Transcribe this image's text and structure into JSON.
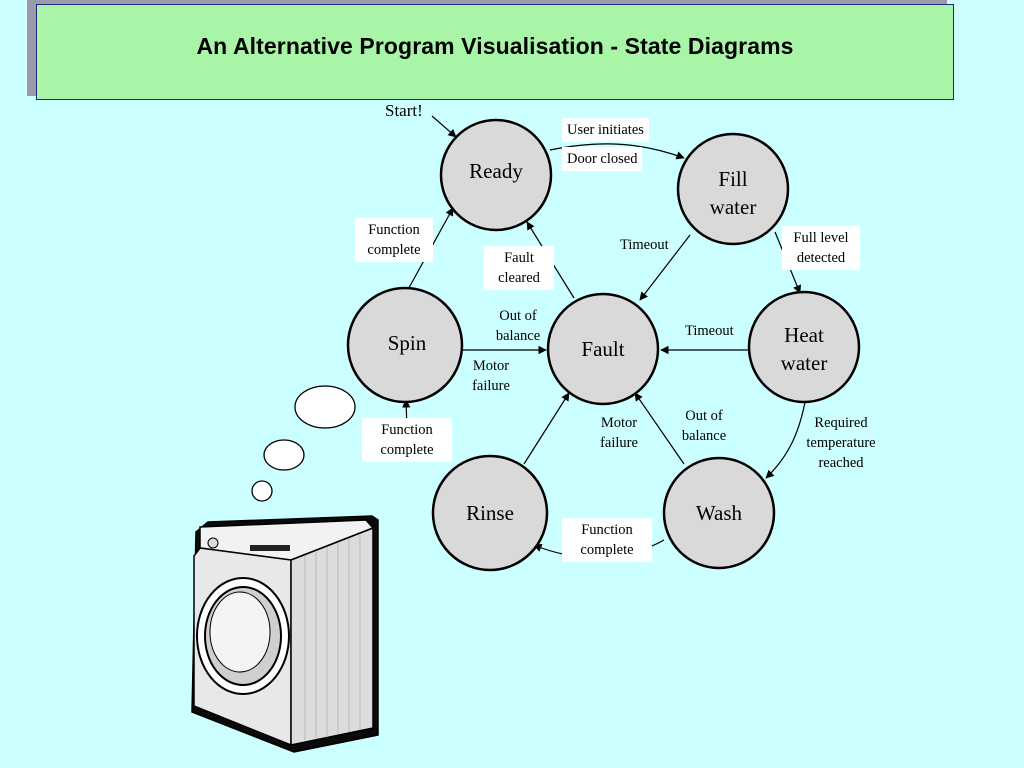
{
  "title": "An Alternative Program Visualisation - State Diagrams",
  "start_label": "Start!",
  "states": {
    "ready": "Ready",
    "fill_water": [
      "Fill",
      "water"
    ],
    "heat_water": [
      "Heat",
      "water"
    ],
    "fault": "Fault",
    "spin": "Spin",
    "rinse": "Rinse",
    "wash": "Wash"
  },
  "transitions": {
    "user_initiates": "User initiates",
    "door_closed": "Door closed",
    "timeout_fill": "Timeout",
    "full_level": [
      "Full level",
      "detected"
    ],
    "timeout_heat": "Timeout",
    "required_temp": [
      "Required",
      "temperature",
      "reached"
    ],
    "function_complete_wash": [
      "Function",
      "complete"
    ],
    "function_complete_rinse": [
      "Function",
      "complete"
    ],
    "function_complete_spin": [
      "Function",
      "complete"
    ],
    "fault_cleared": [
      "Fault",
      "cleared"
    ],
    "out_of_balance_spin": [
      "Out of",
      "balance"
    ],
    "motor_failure_spin": [
      "Motor",
      "failure"
    ],
    "motor_failure_rinse": [
      "Motor",
      "failure"
    ],
    "out_of_balance_wash": [
      "Out of",
      "balance"
    ]
  },
  "colors": {
    "background": "#ccffff",
    "title_box": "#a8f5a8",
    "state_fill": "#d9d9d9"
  },
  "icons": [
    "washing-machine-icon",
    "thought-bubble-icon"
  ]
}
